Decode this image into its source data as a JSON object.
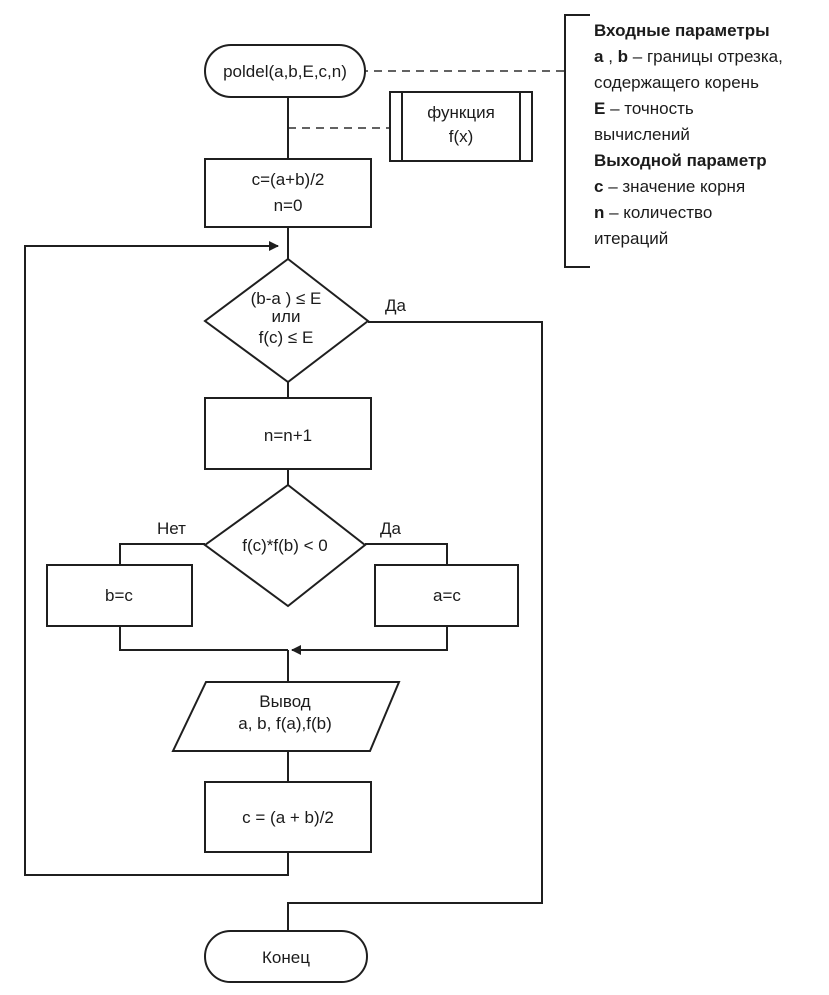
{
  "blocks": {
    "start": "poldel(a,b,E,c,n)",
    "function_label": "функция",
    "function_sub": "f(x)",
    "init_line1": "c=(a+b)/2",
    "init_line2": "n=0",
    "cond1_line1": "(b-a ) ≤ E",
    "cond1_line2": "или",
    "cond1_line3": "f(c) ≤ E",
    "increment": "n=n+1",
    "cond2": "f(c)*f(b) <  0",
    "assign_b": "b=c",
    "assign_a": "a=c",
    "output_line1": "Вывод",
    "output_line2": "a, b, f(a),f(b)",
    "recalc": "c = (a + b)/2",
    "end": "Конец"
  },
  "labels": {
    "yes1": "Да",
    "no2": "Нет",
    "yes2": "Да"
  },
  "annotation": {
    "input_heading": "Входные параметры",
    "ab_key": "a",
    "ab_sep": ", ",
    "ab_key2": "b",
    "ab_desc": " – границы отрезка,",
    "ab_desc2": "содержащего корень",
    "e_key": "E",
    "e_desc": " – точность",
    "e_desc2": "вычислений",
    "output_heading": "Выходной параметр",
    "c_key": "c",
    "c_desc": " – значение корня",
    "n_key": "n",
    "n_desc": " – количество",
    "n_desc2": "итераций"
  }
}
